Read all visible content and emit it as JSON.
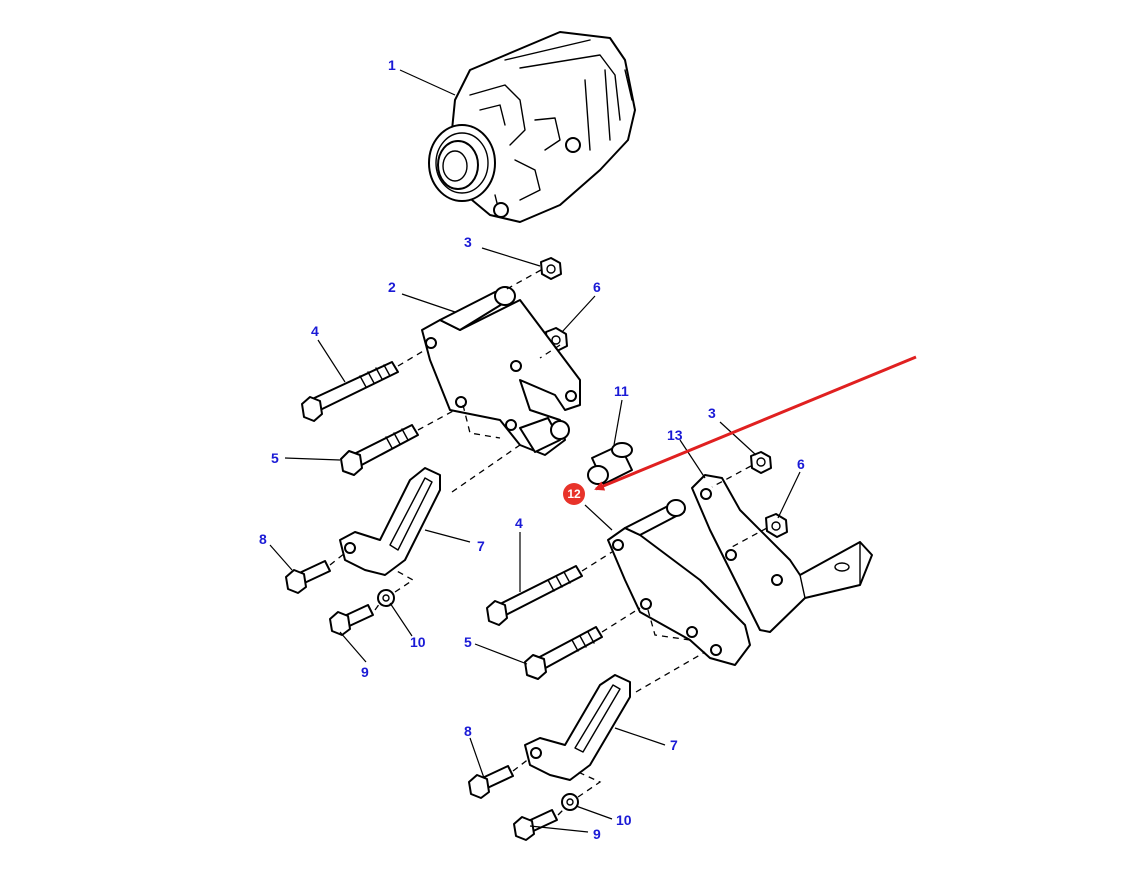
{
  "diagram": {
    "callouts": {
      "c1": "1",
      "c2": "2",
      "c3a": "3",
      "c3b": "3",
      "c4a": "4",
      "c4b": "4",
      "c5a": "5",
      "c5b": "5",
      "c6a": "6",
      "c6b": "6",
      "c7a": "7",
      "c7b": "7",
      "c8a": "8",
      "c8b": "8",
      "c9a": "9",
      "c9b": "9",
      "c10a": "10",
      "c10b": "10",
      "c11": "11",
      "c13": "13"
    },
    "highlight": {
      "label": "12",
      "badge_color": "#e8332a",
      "arrow_color": "#e02020"
    },
    "label_color": "#1a1ad6"
  }
}
